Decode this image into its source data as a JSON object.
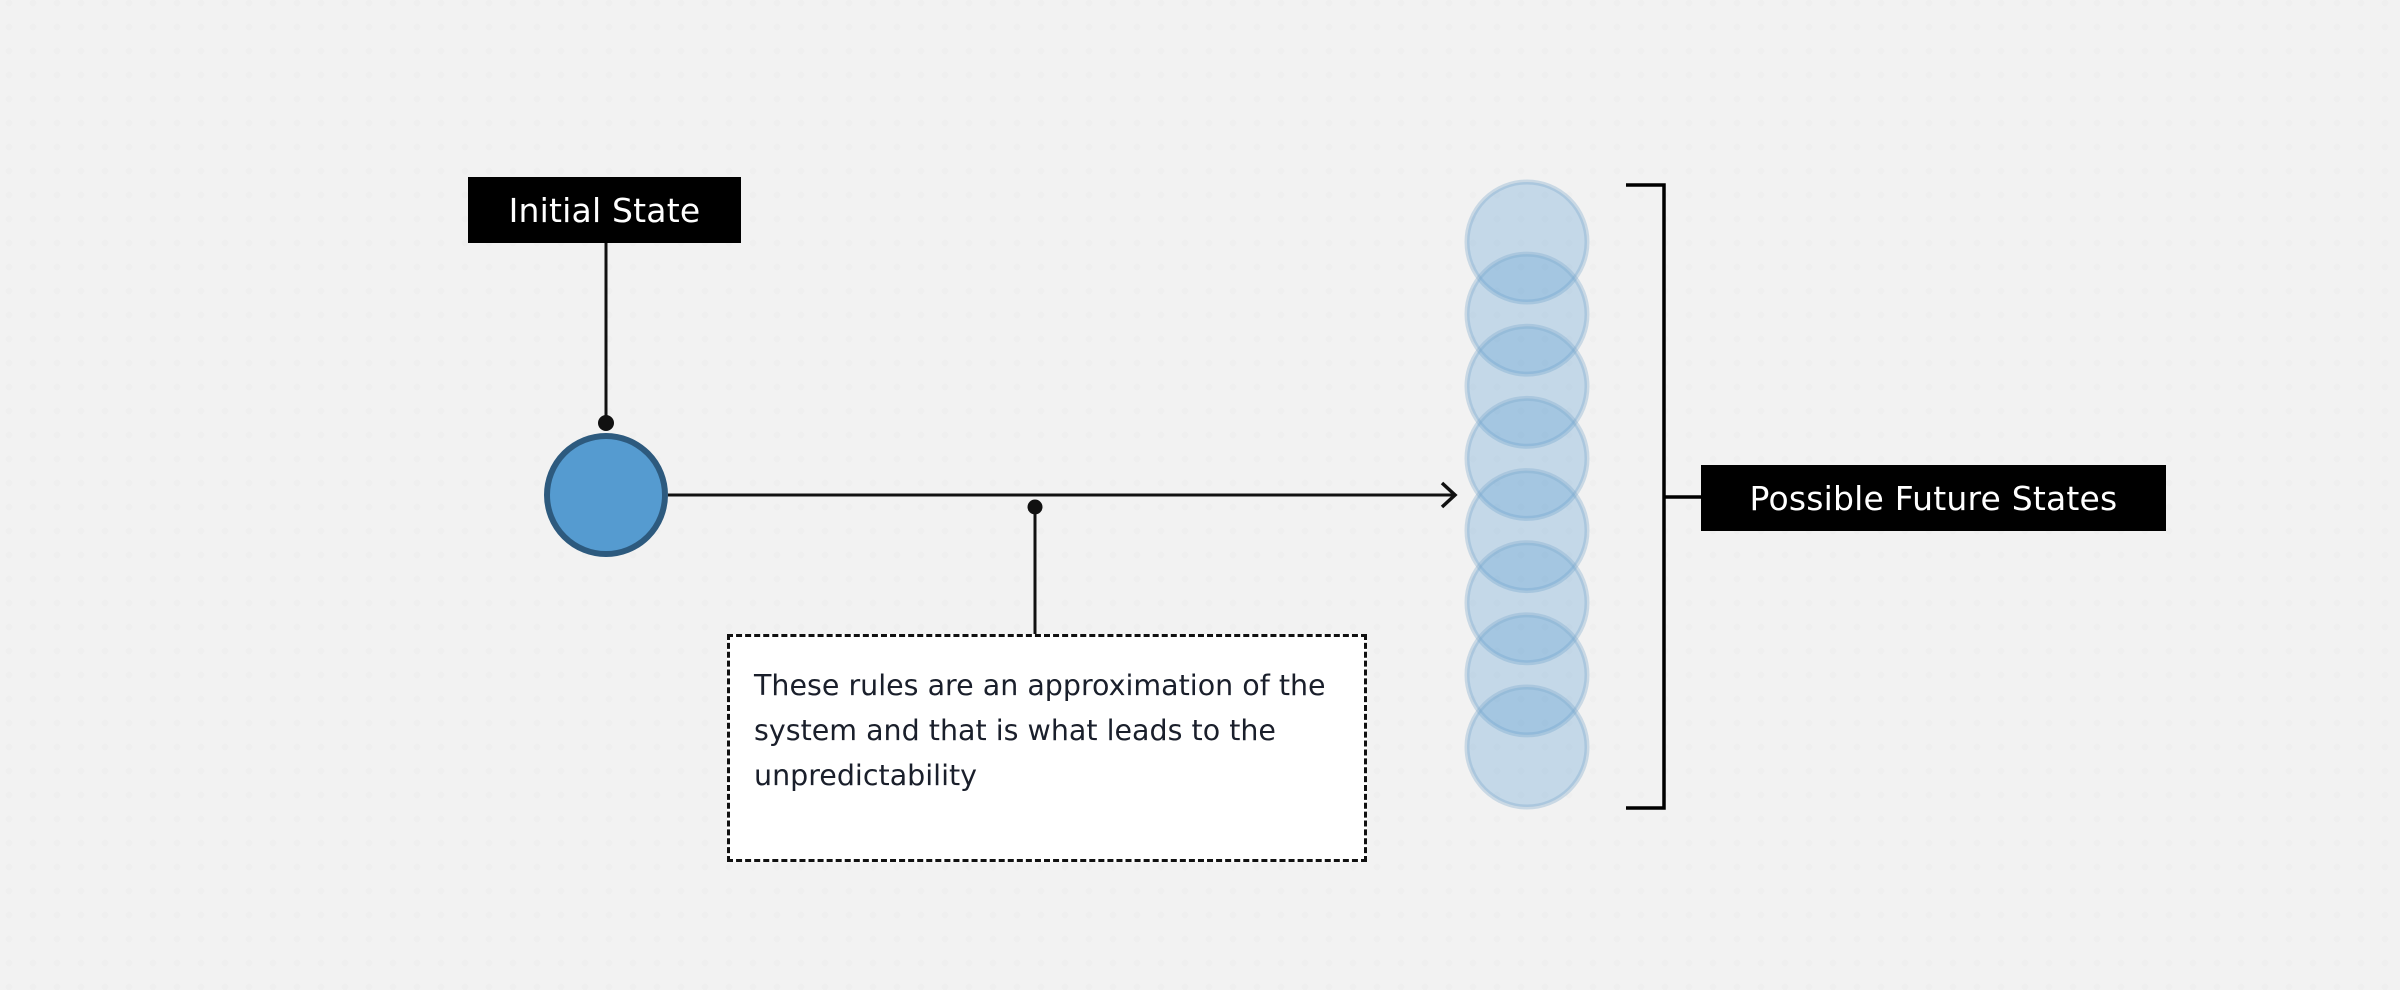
{
  "diagram": {
    "initial_state_label": "Initial State",
    "future_states_label": "Possible Future States",
    "callout_text": "These rules are an approximation of the system and that is what leads to the unpredictability",
    "future_state_count": 8,
    "colors": {
      "initial_state_fill": "#559bd0",
      "initial_state_stroke": "#2d5a7e",
      "future_state_fill": "#5b9bd0",
      "future_state_stroke": "#7fa9cc",
      "label_background": "#000000",
      "label_text": "#ffffff",
      "connector": "#111111",
      "callout_text": "#1a1f2b"
    }
  }
}
